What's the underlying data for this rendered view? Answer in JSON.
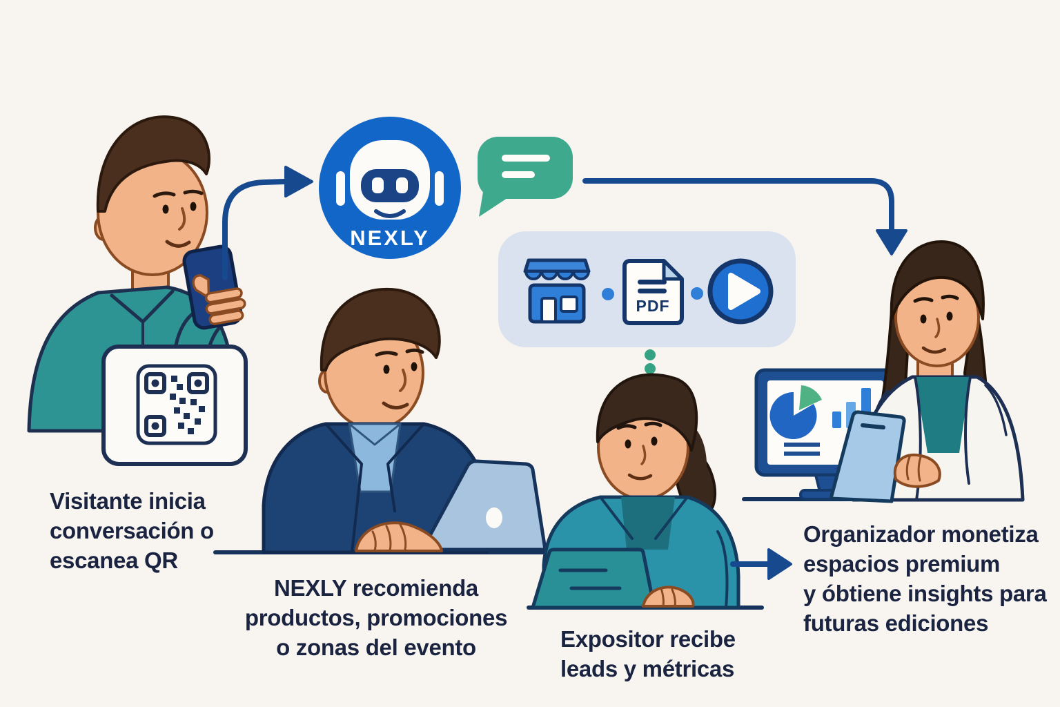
{
  "logo": {
    "label": "NEXLY"
  },
  "card": {
    "pdf_label": "PDF"
  },
  "captions": {
    "visitor": {
      "lines": [
        "Visitante inicia",
        "conversación o",
        "escanea QR"
      ]
    },
    "nexly_step": {
      "lines": [
        "NEXLY recomienda",
        "productos, promociones",
        "o zonas del evento"
      ]
    },
    "expositor": {
      "lines": [
        "Expositor recibe",
        "leads y métricas"
      ]
    },
    "organizer": {
      "lines": [
        "Organizador monetiza",
        "espacios premium",
        "y óbtiene insights para",
        "futuras ediciones"
      ]
    }
  },
  "colors": {
    "background": "#f8f5f0",
    "text": "#1a2440",
    "arrow": "#17498f",
    "nexly_blue": "#1266c8",
    "bubble_green": "#3ea98d",
    "card_background": "#d9e2ee",
    "icon_blue": "#2f7fd9",
    "outline_navy": "#1d3054",
    "teal": "#2b93a9",
    "accent_green": "#35a284"
  }
}
